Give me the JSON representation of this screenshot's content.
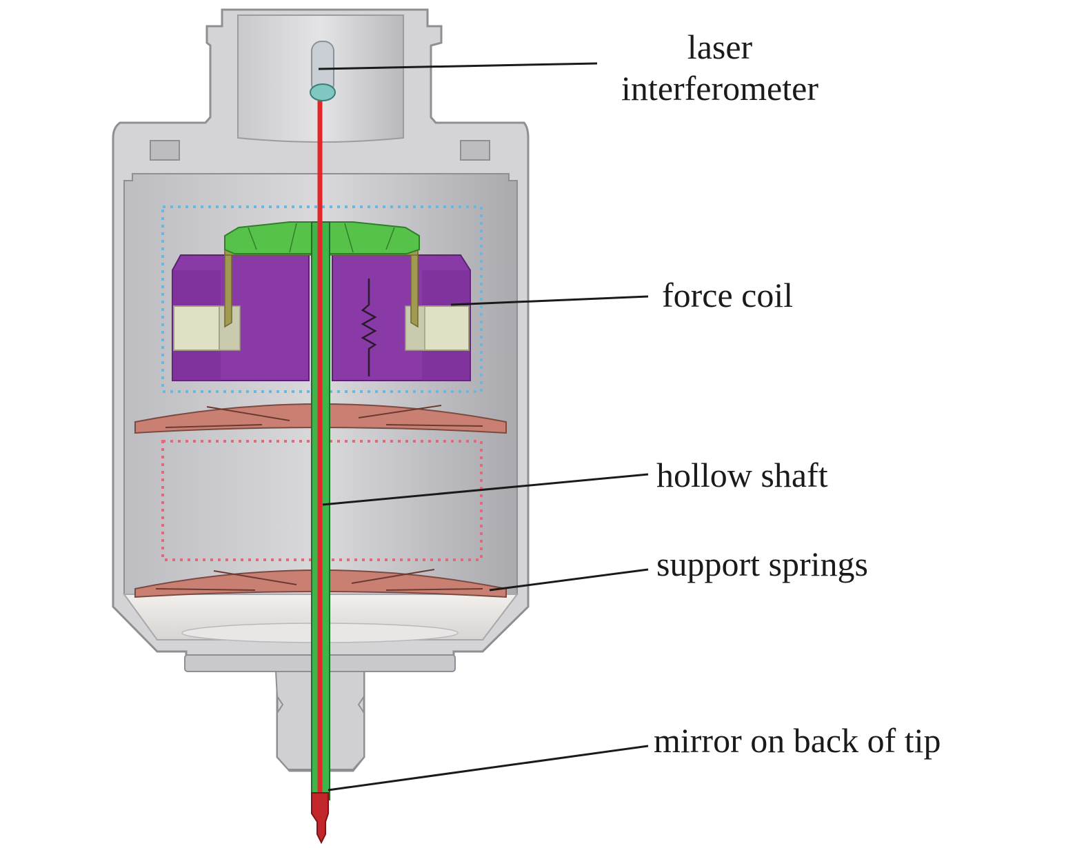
{
  "labels": {
    "laser_line1": "laser",
    "laser_line2": "interferometer",
    "force_coil": "force coil",
    "hollow_shaft": "hollow shaft",
    "support_springs": "support springs",
    "mirror": "mirror on back of tip"
  },
  "colors": {
    "housing": "#d2d2d2",
    "housing_outline": "#9a9a9a",
    "interior": "#c8c8cc",
    "laser_beam": "#e0282a",
    "shaft": "#3fb64a",
    "coil_top": "#56c24a",
    "magnet": "#8a3aa6",
    "magnet_insert": "#dfe0c4",
    "spring": "#c97f72",
    "blue_box": "#6ab8e0",
    "red_box": "#e06a7a",
    "leader": "#1a1a1a"
  }
}
